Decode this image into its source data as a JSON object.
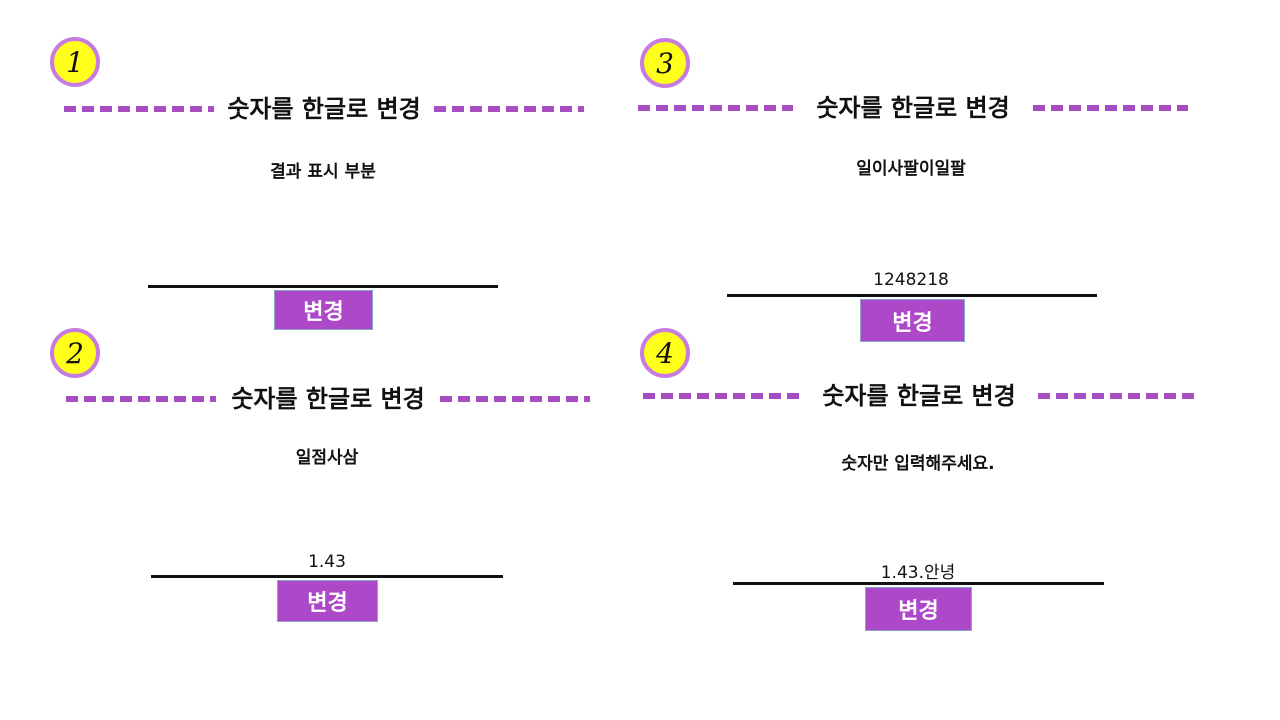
{
  "colors": {
    "accent": "#ad49c9",
    "badge_fill": "#ffff1a",
    "badge_border": "#c77be0",
    "line": "#111111"
  },
  "panels": [
    {
      "number": "1",
      "title": "숫자를 한글로 변경",
      "result": "결과 표시 부분",
      "input_value": "",
      "button_label": "변경"
    },
    {
      "number": "2",
      "title": "숫자를 한글로 변경",
      "result": "일점사삼",
      "input_value": "1.43",
      "button_label": "변경"
    },
    {
      "number": "3",
      "title": "숫자를 한글로 변경",
      "result": "일이사팔이일팔",
      "input_value": "1248218",
      "button_label": "변경"
    },
    {
      "number": "4",
      "title": "숫자를 한글로 변경",
      "result": "숫자만 입력해주세요.",
      "input_value": "1.43.안녕",
      "button_label": "변경"
    }
  ]
}
